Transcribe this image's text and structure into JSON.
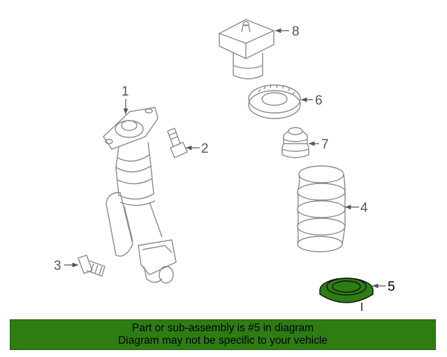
{
  "diagram": {
    "callouts": {
      "c1": "1",
      "c2": "2",
      "c3": "3",
      "c4": "4",
      "c5": "5",
      "c6": "6",
      "c7": "7",
      "c8": "8"
    },
    "highlight_color": "#2e7d12",
    "line_color": "#8a8a8a"
  },
  "footer": {
    "line1": "Part or sub-assembly is #5 in diagram",
    "line2": "Diagram may not be specific to your vehicle",
    "background": "#2e7d12"
  }
}
